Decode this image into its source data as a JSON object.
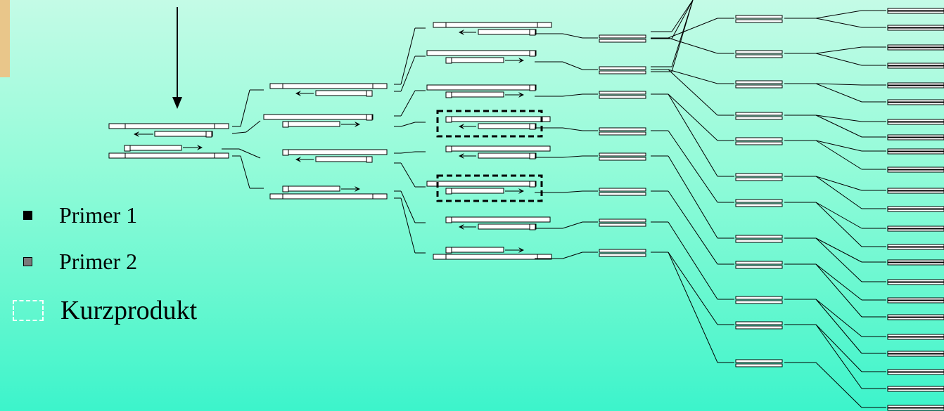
{
  "legend": {
    "primer_1": {
      "label": "Primer 1",
      "color": "#000000"
    },
    "primer_2": {
      "label": "Primer 2",
      "color": "#7a7a7a"
    },
    "short_product": {
      "label": "Kurzprodukt",
      "border_color": "#ffffff"
    }
  },
  "colors": {
    "background_top": "#c4fbe6",
    "background_bottom": "#3cf4cb",
    "corner_tab": "#e9c68a",
    "strand_fill": "#ffffff",
    "strand_outline": "#000000"
  },
  "cycles": {
    "count": 5,
    "products_per_cycle": [
      2,
      4,
      8,
      16,
      32
    ]
  }
}
